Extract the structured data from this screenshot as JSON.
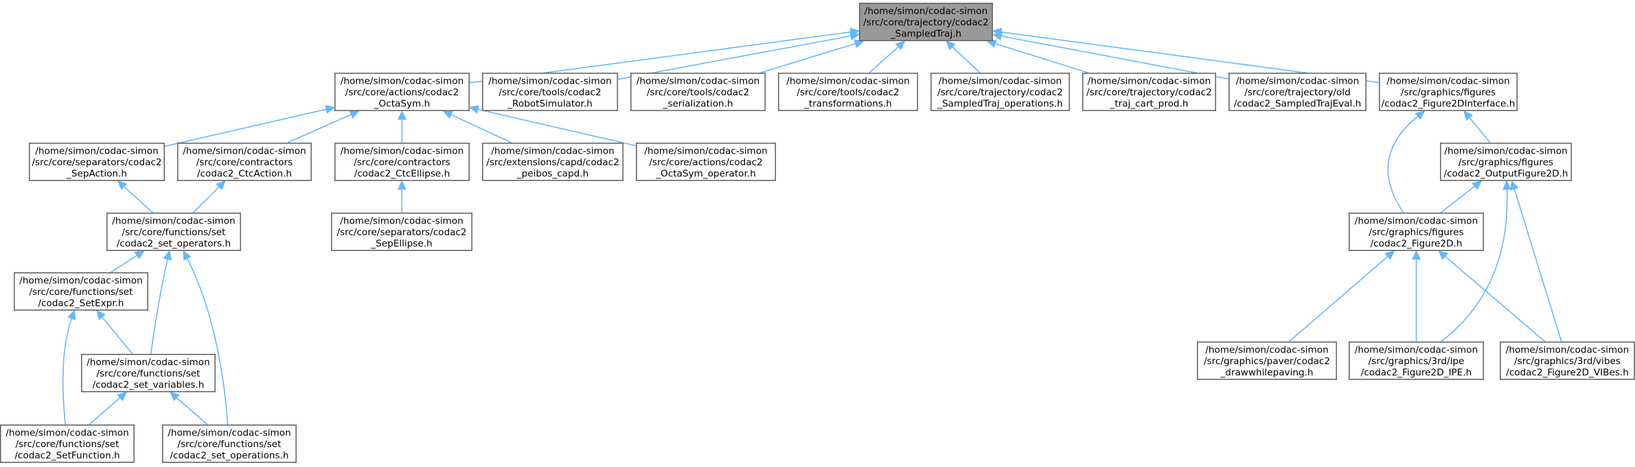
{
  "diagram": {
    "nodes": [
      {
        "id": "sampledtraj",
        "root": true,
        "lines": [
          "/home/simon/codac-simon",
          "/src/core/trajectory/codac2",
          "_SampledTraj.h"
        ]
      },
      {
        "id": "octasym",
        "lines": [
          "/home/simon/codac-simon",
          "/src/core/actions/codac2",
          "_OctaSym.h"
        ]
      },
      {
        "id": "robotsimulator",
        "lines": [
          "/home/simon/codac-simon",
          "/src/core/tools/codac2",
          "_RobotSimulator.h"
        ]
      },
      {
        "id": "serialization",
        "lines": [
          "/home/simon/codac-simon",
          "/src/core/tools/codac2",
          "_serialization.h"
        ]
      },
      {
        "id": "transformations",
        "lines": [
          "/home/simon/codac-simon",
          "/src/core/tools/codac2",
          "_transformations.h"
        ]
      },
      {
        "id": "sampledtraj-ops",
        "lines": [
          "/home/simon/codac-simon",
          "/src/core/trajectory/codac2",
          "_SampledTraj_operations.h"
        ]
      },
      {
        "id": "traj-cart-prod",
        "lines": [
          "/home/simon/codac-simon",
          "/src/core/trajectory/codac2",
          "_traj_cart_prod.h"
        ]
      },
      {
        "id": "sampledtrajeval",
        "lines": [
          "/home/simon/codac-simon",
          "/src/core/trajectory/old",
          "/codac2_SampledTrajEval.h"
        ]
      },
      {
        "id": "figure2dinterface",
        "lines": [
          "/home/simon/codac-simon",
          "/src/graphics/figures",
          "/codac2_Figure2DInterface.h"
        ]
      },
      {
        "id": "sepaction",
        "lines": [
          "/home/simon/codac-simon",
          "/src/core/separators/codac2",
          "_SepAction.h"
        ]
      },
      {
        "id": "ctcaction",
        "lines": [
          "/home/simon/codac-simon",
          "/src/core/contractors",
          "/codac2_CtcAction.h"
        ]
      },
      {
        "id": "ctcellipse",
        "lines": [
          "/home/simon/codac-simon",
          "/src/core/contractors",
          "/codac2_CtcEllipse.h"
        ]
      },
      {
        "id": "peibos-capd",
        "lines": [
          "/home/simon/codac-simon",
          "/src/extensions/capd/codac2",
          "_peibos_capd.h"
        ]
      },
      {
        "id": "octasym-operator",
        "lines": [
          "/home/simon/codac-simon",
          "/src/core/actions/codac2",
          "_OctaSym_operator.h"
        ]
      },
      {
        "id": "outputfigure2d",
        "lines": [
          "/home/simon/codac-simon",
          "/src/graphics/figures",
          "/codac2_OutputFigure2D.h"
        ]
      },
      {
        "id": "set-operators",
        "lines": [
          "/home/simon/codac-simon",
          "/src/core/functions/set",
          "/codac2_set_operators.h"
        ]
      },
      {
        "id": "sepellipse",
        "lines": [
          "/home/simon/codac-simon",
          "/src/core/separators/codac2",
          "_SepEllipse.h"
        ]
      },
      {
        "id": "figure2d",
        "lines": [
          "/home/simon/codac-simon",
          "/src/graphics/figures",
          "/codac2_Figure2D.h"
        ]
      },
      {
        "id": "setexpr",
        "lines": [
          "/home/simon/codac-simon",
          "/src/core/functions/set",
          "/codac2_SetExpr.h"
        ]
      },
      {
        "id": "drawwhilepaving",
        "lines": [
          "/home/simon/codac-simon",
          "/src/graphics/paver/codac2",
          "_drawwhilepaving.h"
        ]
      },
      {
        "id": "figure2d-ipe",
        "lines": [
          "/home/simon/codac-simon",
          "/src/graphics/3rd/ipe",
          "/codac2_Figure2D_IPE.h"
        ]
      },
      {
        "id": "figure2d-vibes",
        "lines": [
          "/home/simon/codac-simon",
          "/src/graphics/3rd/vibes",
          "/codac2_Figure2D_VIBes.h"
        ]
      },
      {
        "id": "set-variables",
        "lines": [
          "/home/simon/codac-simon",
          "/src/core/functions/set",
          "/codac2_set_variables.h"
        ]
      },
      {
        "id": "setfunction",
        "lines": [
          "/home/simon/codac-simon",
          "/src/core/functions/set",
          "/codac2_SetFunction.h"
        ]
      },
      {
        "id": "set-operations",
        "lines": [
          "/home/simon/codac-simon",
          "/src/core/functions/set",
          "/codac2_set_operations.h"
        ]
      }
    ],
    "edges": [
      [
        "octasym",
        "sampledtraj"
      ],
      [
        "robotsimulator",
        "sampledtraj"
      ],
      [
        "serialization",
        "sampledtraj"
      ],
      [
        "transformations",
        "sampledtraj"
      ],
      [
        "sampledtraj-ops",
        "sampledtraj"
      ],
      [
        "traj-cart-prod",
        "sampledtraj"
      ],
      [
        "sampledtrajeval",
        "sampledtraj"
      ],
      [
        "figure2dinterface",
        "sampledtraj"
      ],
      [
        "sepaction",
        "octasym"
      ],
      [
        "ctcaction",
        "octasym"
      ],
      [
        "ctcellipse",
        "octasym"
      ],
      [
        "peibos-capd",
        "octasym"
      ],
      [
        "octasym-operator",
        "octasym"
      ],
      [
        "set-operators",
        "sepaction"
      ],
      [
        "set-operators",
        "ctcaction"
      ],
      [
        "sepellipse",
        "ctcellipse"
      ],
      [
        "setexpr",
        "set-operators"
      ],
      [
        "set-variables",
        "set-operators"
      ],
      [
        "set-operations",
        "set-operators"
      ],
      [
        "set-variables",
        "setexpr"
      ],
      [
        "setfunction",
        "setexpr"
      ],
      [
        "setfunction",
        "set-variables"
      ],
      [
        "set-operations",
        "set-variables"
      ],
      [
        "outputfigure2d",
        "figure2dinterface"
      ],
      [
        "figure2d",
        "figure2dinterface"
      ],
      [
        "figure2d",
        "outputfigure2d"
      ],
      [
        "figure2d-ipe",
        "outputfigure2d"
      ],
      [
        "figure2d-vibes",
        "outputfigure2d"
      ],
      [
        "drawwhilepaving",
        "figure2d"
      ],
      [
        "figure2d-ipe",
        "figure2d"
      ],
      [
        "figure2d-vibes",
        "figure2d"
      ]
    ]
  }
}
